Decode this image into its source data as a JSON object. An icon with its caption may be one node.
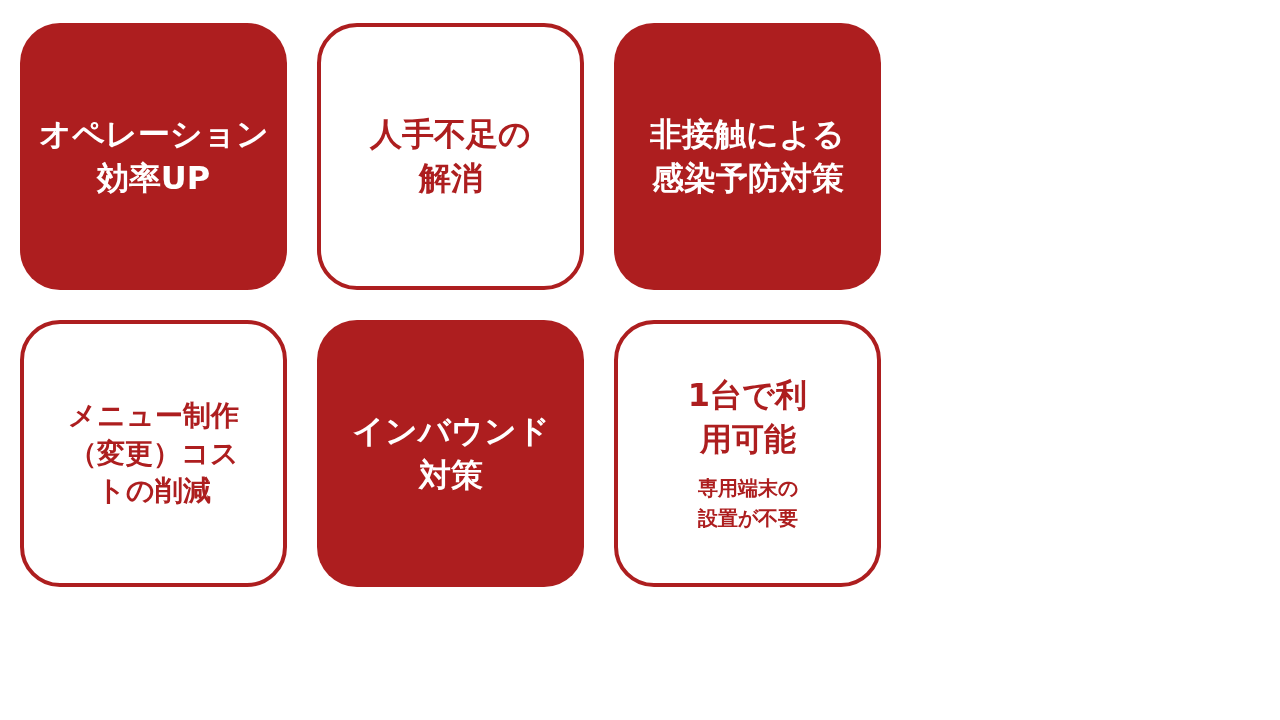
{
  "diagram": {
    "nodes": [
      {
        "text": [
          "オペレーション効率UP"
        ]
      },
      {
        "text": [
          "人手不足の解消"
        ]
      },
      {
        "text": [
          "非接触による感染予防対策"
        ]
      },
      {
        "text": [
          "メニュー制作（変更）コストの削減"
        ]
      },
      {
        "text": [
          "インバウンド対策"
        ]
      },
      {
        "text": [
          "1台で利用可能",
          "専用端末の設置が不要"
        ]
      }
    ]
  }
}
